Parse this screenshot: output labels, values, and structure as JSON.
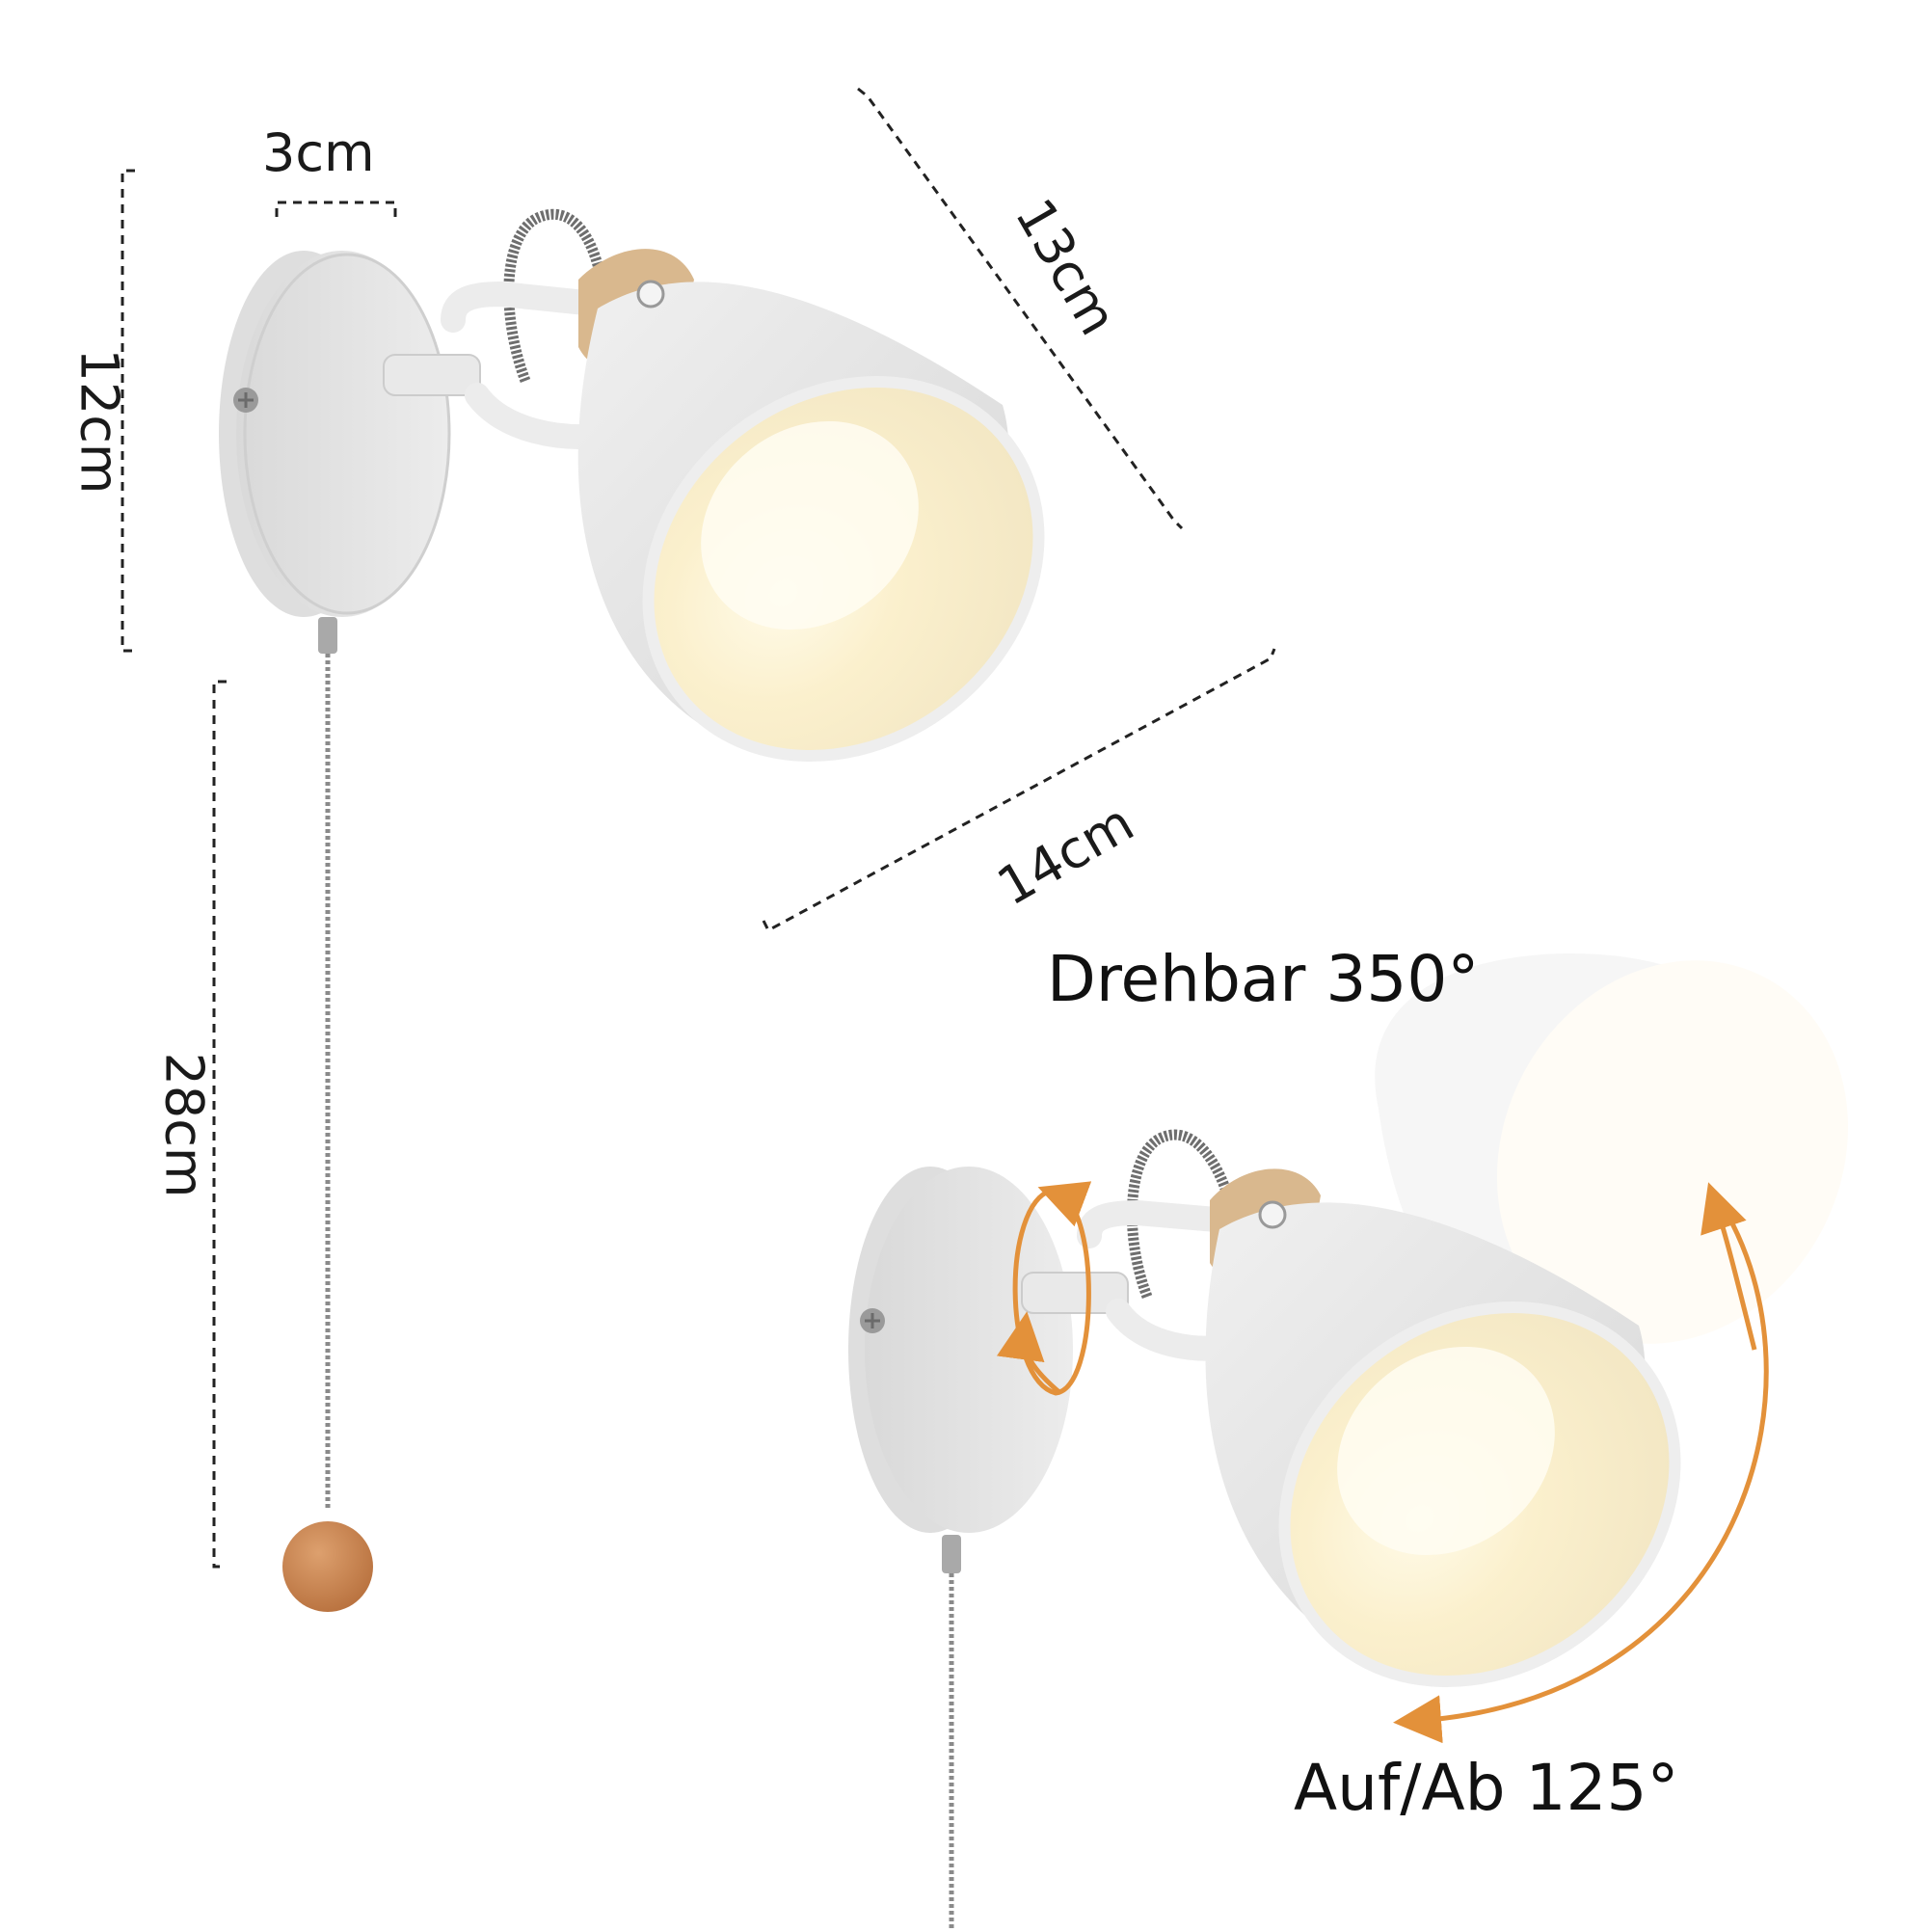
{
  "dimensions": {
    "depth": "3cm",
    "height": "12cm",
    "shade_length": "13cm",
    "projection": "14cm",
    "chain_length": "28cm"
  },
  "features": {
    "rotation": "Drehbar 350°",
    "tilt": "Auf/Ab 125°"
  },
  "colors": {
    "lamp_white": "#e7e7e7",
    "inner_warm": "#fbf3d8",
    "wood": "#d9b88e",
    "pull_ball": "#c98350",
    "arrow_orange": "#e3913a",
    "dash_line": "#222222"
  }
}
